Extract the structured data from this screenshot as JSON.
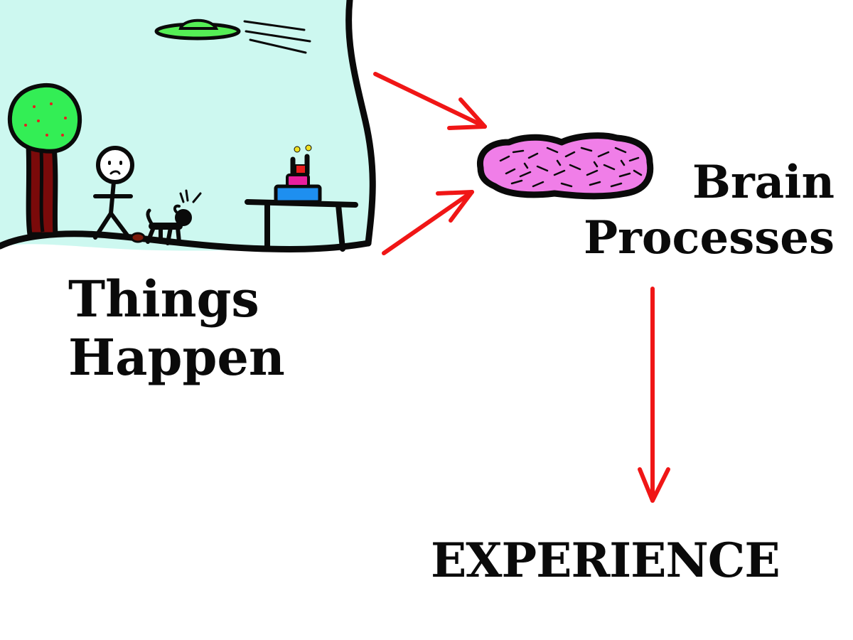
{
  "colors": {
    "sky": "#cdf8f0",
    "outline": "#0a0a0a",
    "arrow": "#f01616",
    "brain": "#f07ee8",
    "tree_foliage": "#33ee55",
    "tree_trunk": "#7a0a0a",
    "ufo": "#55ee55",
    "cake_base": "#1e8ff0",
    "cake_top": "#e81e9e",
    "candle_flame": "#f0e020",
    "poop": "#7a1a0a"
  },
  "labels": {
    "things_line1": "Things",
    "things_line2": "Happen",
    "brain_line1": "Brain",
    "brain_line2": "Processes",
    "experience": "EXPERIENCE"
  }
}
